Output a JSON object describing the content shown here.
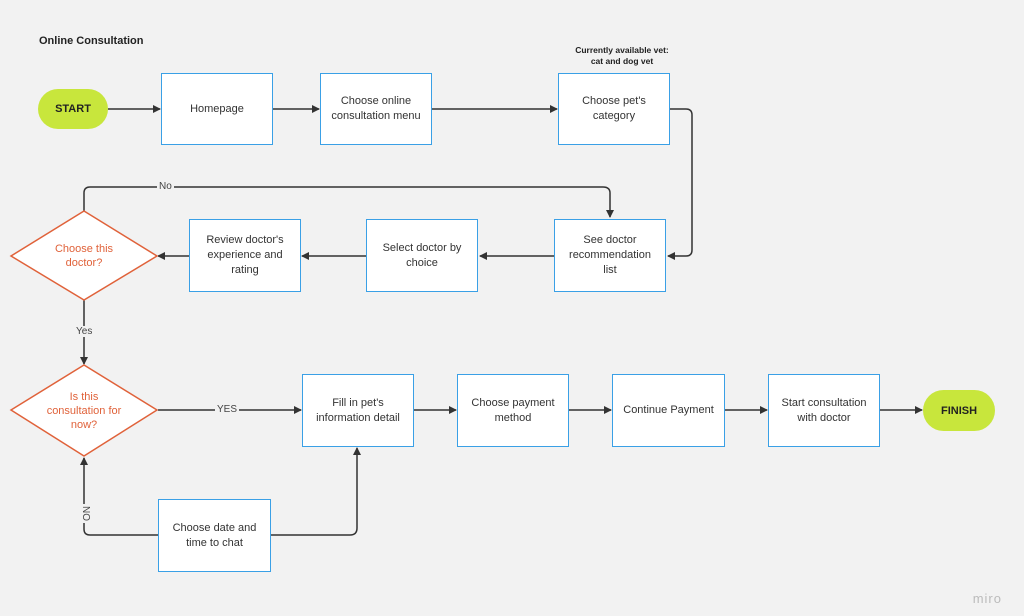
{
  "title": "Online Consultation",
  "note": "Currently available vet: cat and dog vet",
  "nodes": {
    "start": "START",
    "homepage": "Homepage",
    "choose_menu": "Choose online consultation menu",
    "choose_category": "Choose pet's category",
    "see_recommendation": "See doctor recommendation list",
    "select_doctor": "Select doctor by choice",
    "review_doctor": "Review doctor's experience and rating",
    "choose_doctor_decision": "Choose this doctor?",
    "consultation_now_decision": "Is this consultation for now?",
    "fill_info": "Fill in pet's information detail",
    "choose_payment": "Choose payment method",
    "continue_payment": "Continue Payment",
    "start_consultation": "Start consultation with doctor",
    "finish": "FINISH",
    "choose_date": "Choose date and time to chat"
  },
  "edge_labels": {
    "no_top": "No",
    "yes_down": "Yes",
    "yes_right": "YES",
    "no_left": "NO"
  },
  "colors": {
    "box_border": "#3aa0e6",
    "pill_fill": "#c8e63c",
    "diamond_stroke": "#e0623a",
    "arrow": "#333333"
  },
  "brand": "miro"
}
